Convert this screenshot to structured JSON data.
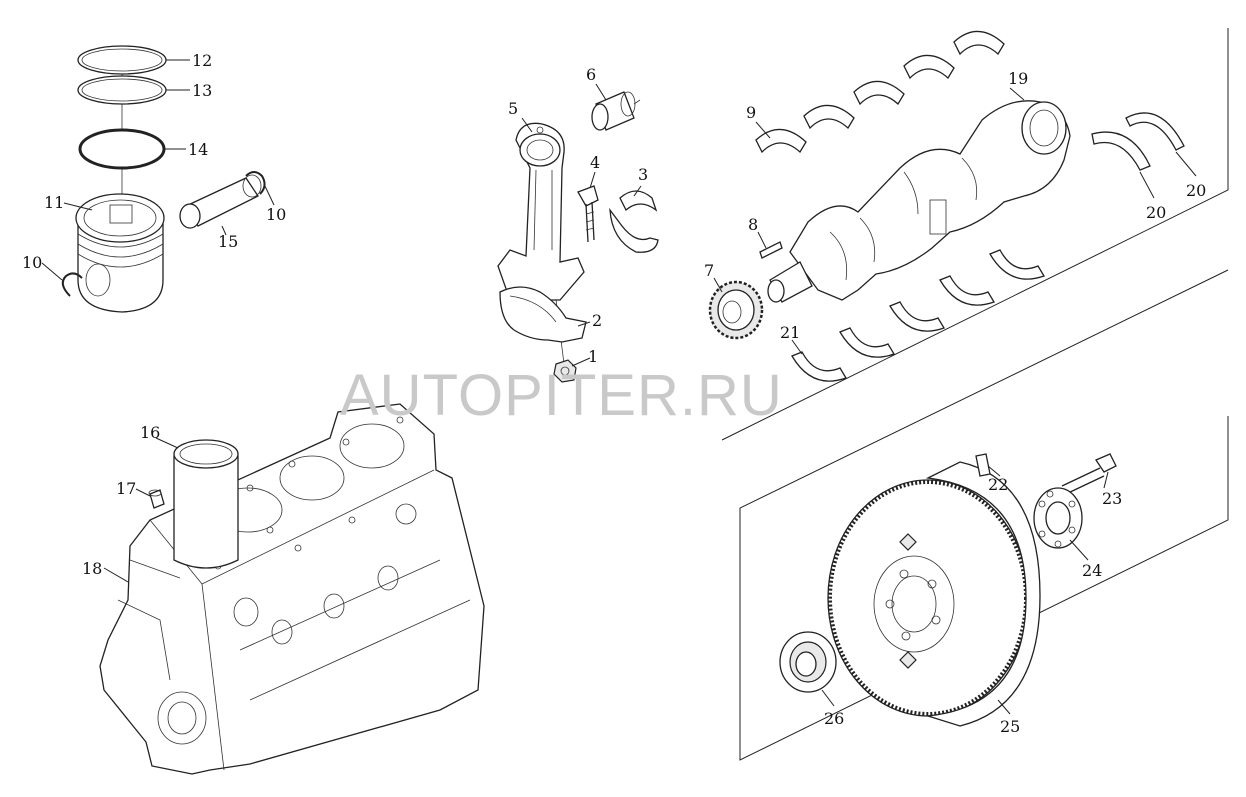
{
  "watermark": "AUTOPITER.RU",
  "callouts": [
    {
      "id": "c12",
      "text": "12"
    },
    {
      "id": "c13",
      "text": "13"
    },
    {
      "id": "c14",
      "text": "14"
    },
    {
      "id": "c11",
      "text": "11"
    },
    {
      "id": "c10a",
      "text": "10"
    },
    {
      "id": "c10b",
      "text": "10"
    },
    {
      "id": "c15",
      "text": "15"
    },
    {
      "id": "c5",
      "text": "5"
    },
    {
      "id": "c6",
      "text": "6"
    },
    {
      "id": "c4",
      "text": "4"
    },
    {
      "id": "c3",
      "text": "3"
    },
    {
      "id": "c2",
      "text": "2"
    },
    {
      "id": "c1",
      "text": "1"
    },
    {
      "id": "c9",
      "text": "9"
    },
    {
      "id": "c19",
      "text": "19"
    },
    {
      "id": "c20a",
      "text": "20"
    },
    {
      "id": "c20b",
      "text": "20"
    },
    {
      "id": "c8",
      "text": "8"
    },
    {
      "id": "c7",
      "text": "7"
    },
    {
      "id": "c21",
      "text": "21"
    },
    {
      "id": "c16",
      "text": "16"
    },
    {
      "id": "c17",
      "text": "17"
    },
    {
      "id": "c18",
      "text": "18"
    },
    {
      "id": "c22",
      "text": "22"
    },
    {
      "id": "c23",
      "text": "23"
    },
    {
      "id": "c24",
      "text": "24"
    },
    {
      "id": "c25",
      "text": "25"
    },
    {
      "id": "c26",
      "text": "26"
    }
  ]
}
